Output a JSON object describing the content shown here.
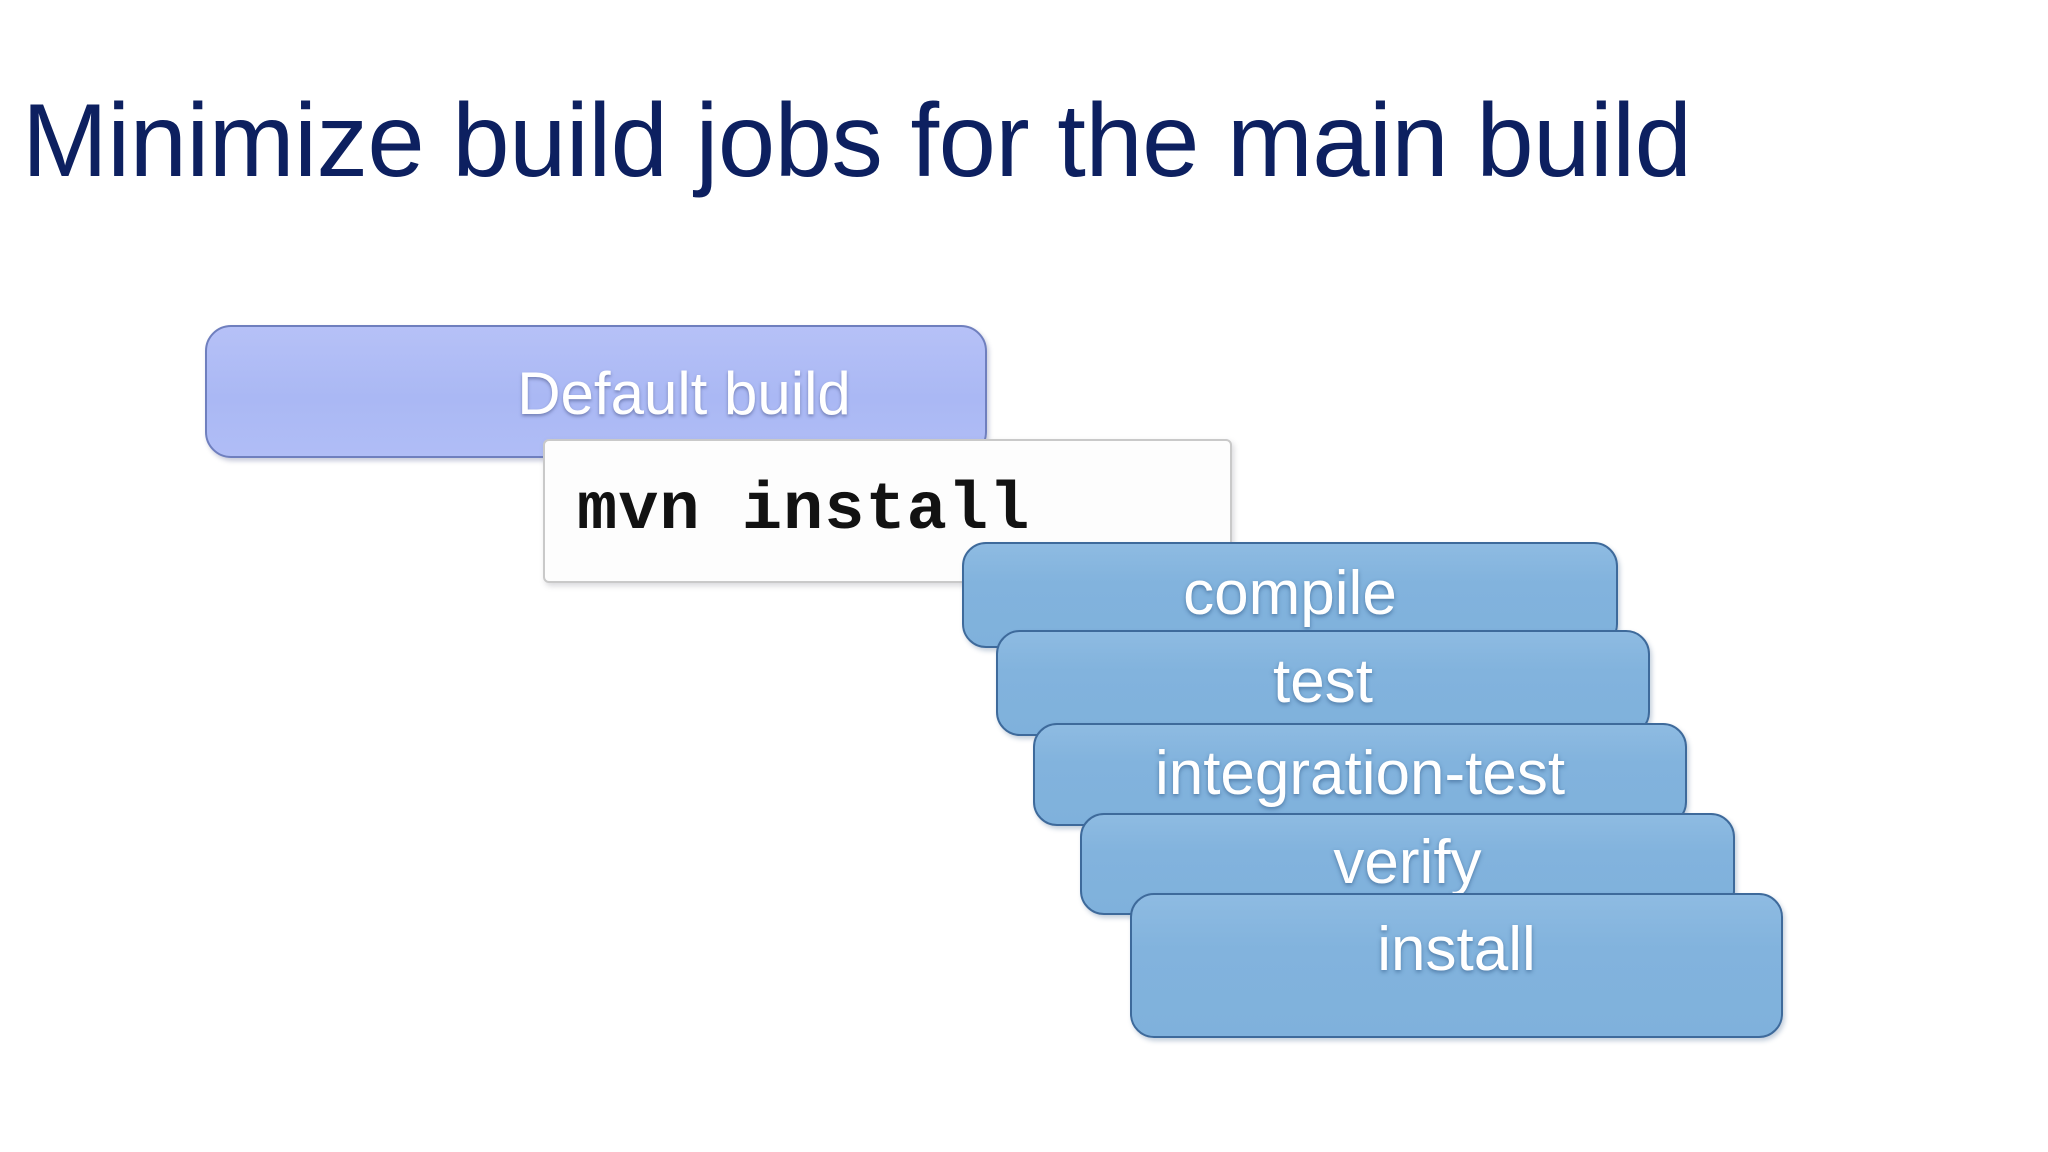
{
  "slide": {
    "title": "Minimize build jobs for the main build",
    "title_color": "#0d2060",
    "background_color": "#ffffff"
  },
  "diagram": {
    "type": "maven-lifecycle-cascade",
    "default_build": {
      "label": "Default build",
      "fill_color": "#aab8f4",
      "border_color": "#6f7fbe",
      "text_color": "#ffffff"
    },
    "command": {
      "label": "mvn install",
      "fill_color": "#fdfdfd",
      "border_color": "#c9c9c9",
      "text_color": "#121212"
    },
    "phase_fill_color": "#82b3dd",
    "phase_border_color": "#3e6a9b",
    "phase_text_color": "#ffffff",
    "phases": [
      {
        "label": "compile"
      },
      {
        "label": "test"
      },
      {
        "label": "integration-test"
      },
      {
        "label": "verify"
      },
      {
        "label": "install"
      }
    ]
  }
}
